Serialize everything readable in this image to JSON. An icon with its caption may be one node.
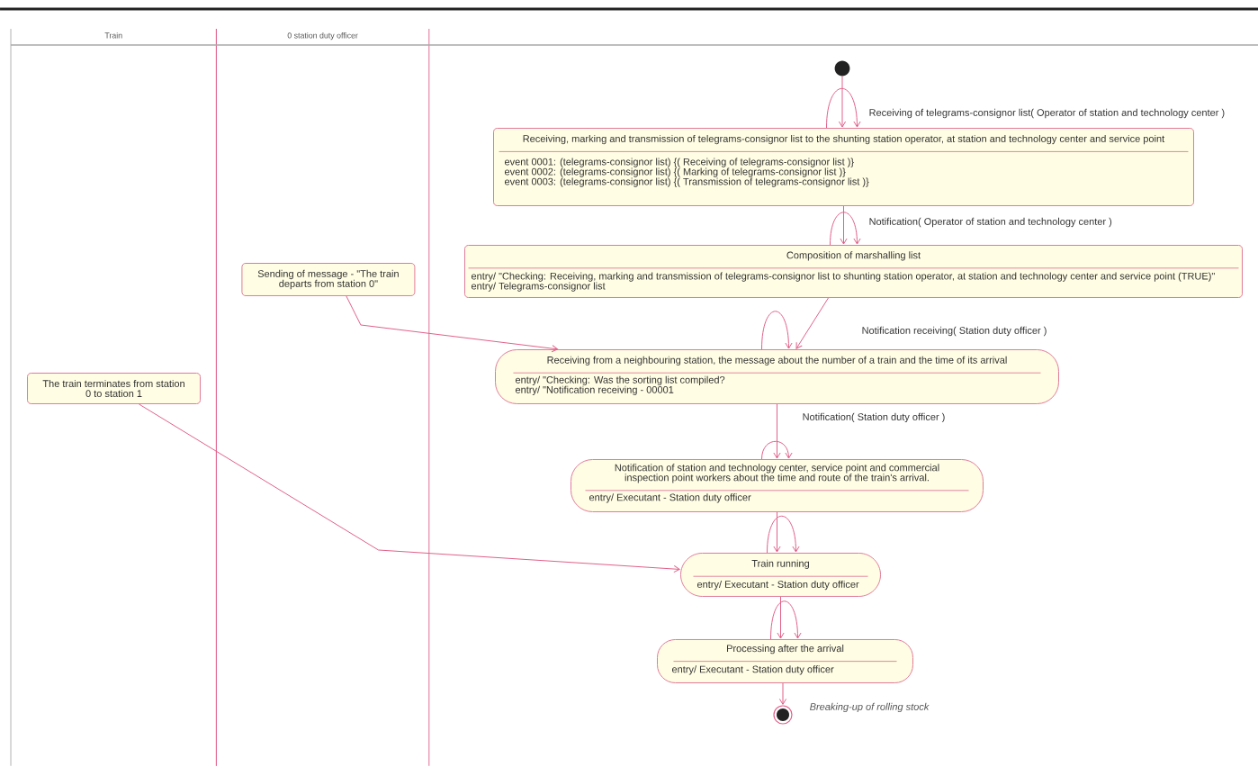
{
  "diagram": {
    "nodes": [
      {
        "text": [
          "Train"
        ]
      },
      {
        "text": [
          "0 station duty officer"
        ]
      },
      {
        "text": [],
        "shape": "circle"
      },
      {
        "text": [
          "Receiving, marking and transmission of telegrams-consignor list to the shunting station operator, at station and technology center and service point",
          "event 0001: (telegrams-consignor list) {( Receiving of telegrams-consignor list )}",
          "event 0002: (telegrams-consignor list) {( Marking of telegrams-consignor list )}",
          "event 0003: (telegrams-consignor list) {( Transmission of telegrams-consignor list )}"
        ]
      },
      {
        "text": [
          "Composition of marshalling list",
          "entry/ \"Checking: Receiving, marking and transmission of telegrams-consignor list to shunting station operator, at station and technology center and service point (TRUE)\"",
          "entry/ Telegrams-consignor list"
        ]
      },
      {
        "text": [
          "Sending of message - \"The train departs from station 0\""
        ],
        "in": 1
      },
      {
        "text": [
          "Receiving from a neighbouring station, the message about the number of a train and the time of its arrival",
          "entry/ \"Checking: Was the sorting list compiled?",
          "entry/ \"Notification receiving - 00001"
        ]
      },
      {
        "text": [
          "The train terminates from station 0 to station 1"
        ],
        "in": 0
      },
      {
        "text": [
          "Notification of station and technology center, service point and commercial inspection point workers about the time and route of the train's arrival.",
          "entry/ Executant - Station duty officer"
        ]
      },
      {
        "text": [
          "Train running",
          "entry/ Executant - Station duty officer"
        ]
      },
      {
        "text": [
          "Processing after the arrival",
          "entry/ Executant - Station duty officer"
        ]
      },
      {
        "text": [],
        "shape": "circle",
        "beside": [
          "Breaking-up of rolling stock"
        ]
      }
    ],
    "edges": [
      {
        "from": 2,
        "to": 3,
        "arrow": "to",
        "label": "Receiving of telegrams-consignor list( Operator of station and technology center )"
      },
      {
        "from": 3,
        "to": 3,
        "arrow": "to"
      },
      {
        "from": 3,
        "to": 4,
        "arrow": "to",
        "label": "Notification( Operator of station and technology center )"
      },
      {
        "from": 4,
        "to": 4,
        "arrow": "to"
      },
      {
        "from": 4,
        "to": 6,
        "arrow": "to",
        "label": "Notification receiving( Station duty officer )"
      },
      {
        "from": 5,
        "to": 6,
        "arrow": "to"
      },
      {
        "from": 6,
        "to": 6,
        "arrow": "to"
      },
      {
        "from": 6,
        "to": 8,
        "arrow": "to",
        "label": "Notification( Station duty officer )"
      },
      {
        "from": 8,
        "to": 8,
        "arrow": "to"
      },
      {
        "from": 8,
        "to": 9,
        "arrow": "to"
      },
      {
        "from": 7,
        "to": 9,
        "arrow": "to"
      },
      {
        "from": 9,
        "to": 9,
        "arrow": "to"
      },
      {
        "from": 9,
        "to": 10,
        "arrow": "to"
      },
      {
        "from": 10,
        "to": 10,
        "arrow": "to"
      },
      {
        "from": 10,
        "to": 11,
        "arrow": "to"
      }
    ]
  }
}
